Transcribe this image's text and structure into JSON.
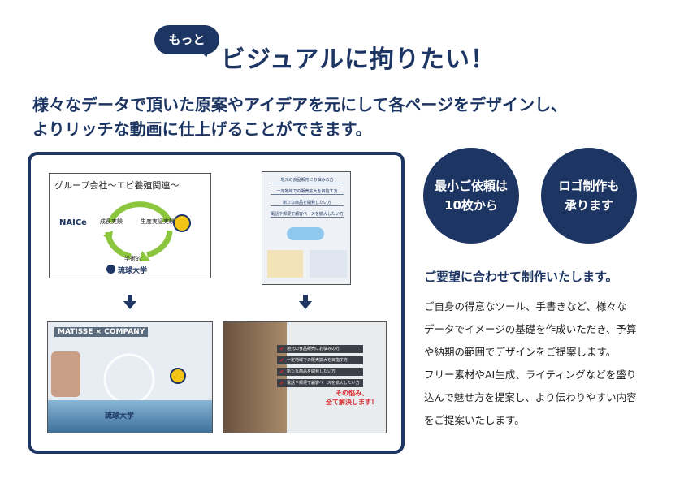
{
  "header": {
    "bubble": "もっと",
    "headline": "ビジュアルに拘りたい！"
  },
  "lead": {
    "line1": "様々なデータで頂いた原案やアイデアを元にして各ページをデザインし、",
    "line2": "よりリッチな動画に仕上げることができます。"
  },
  "samples": {
    "before1": {
      "title": "グループ会社〜エビ養殖関連〜",
      "brand": "NAICe",
      "step1": "成長実験",
      "step2": "生産実証実験",
      "step3": "学術的",
      "university": "琉球大学"
    },
    "before2": {
      "rows": [
        "地元の食品販売にお悩みの方",
        "一定地域での販売拡大を目指す方",
        "新たな商品を開発したい方",
        "電話や郵便で顧客ベースを拡大したい方"
      ]
    },
    "after1": {
      "header": "MATISSE × COMPANY",
      "university": "琉球大学"
    },
    "after2": {
      "bars": [
        "地元の食品販売にお悩みの方",
        "一定地域での販売拡大を目指す方",
        "新たな商品を開発したい方",
        "電話や郵便で顧客ベースを拡大したい方"
      ],
      "slogan1": "その悩み、",
      "slogan2": "全て解決します！"
    }
  },
  "badges": {
    "min_order_line1": "最小ご依頼は",
    "min_order_line2": "10枚から",
    "logo_line1": "ロゴ制作も",
    "logo_line2": "承ります"
  },
  "description": {
    "subtitle": "ご要望に合わせて制作いたします。",
    "lines": [
      "ご自身の得意なツール、手書きなど、様々な",
      "データでイメージの基礎を作成いただき、予算",
      "や納期の範囲でデザインをご提案します。",
      "フリー素材やAI生成、ライティングなどを盛り",
      "込んで魅せ方を提案し、より伝わりやすい内容",
      "をご提案いたします。"
    ]
  },
  "colors": {
    "navy": "#1c3563",
    "accent_red": "#d9262b"
  }
}
